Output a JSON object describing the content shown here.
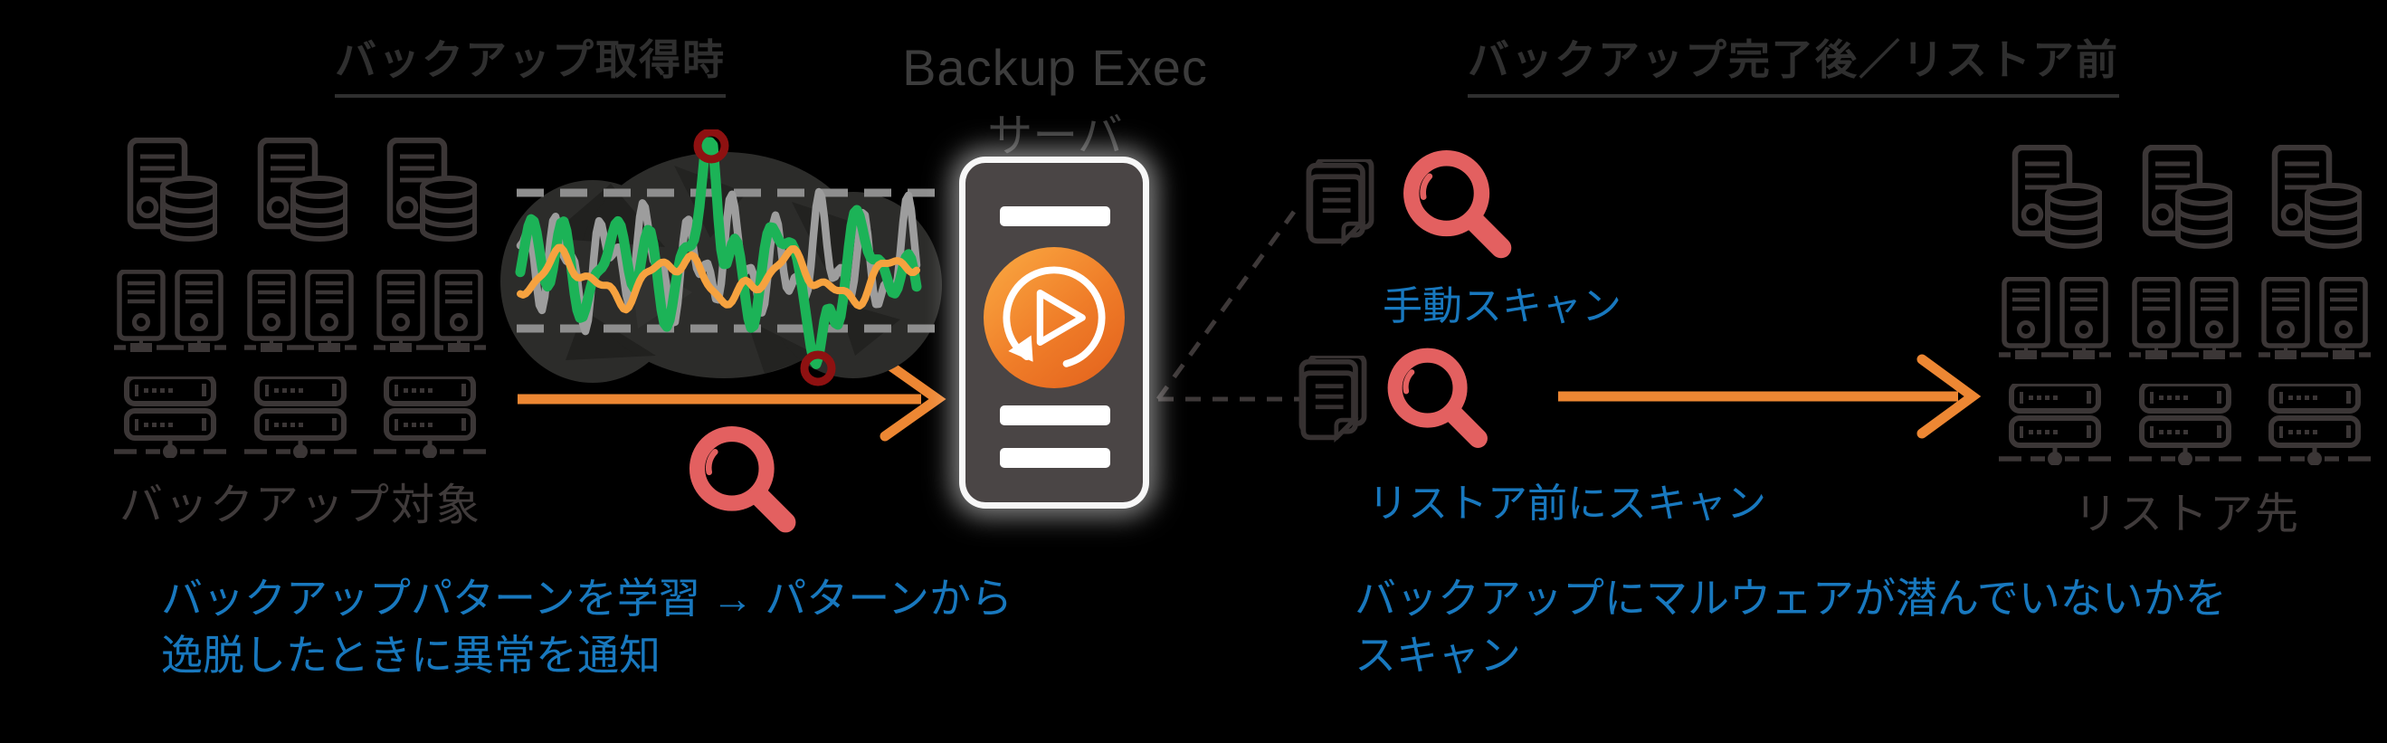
{
  "diagram": {
    "left": {
      "heading": "バックアップ取得時",
      "servers_label": "バックアップ対象",
      "caption_line1": "バックアップパターンを学習 → パターンから",
      "caption_line2": "逸脱したときに異常を通知"
    },
    "center": {
      "title_line1": "Backup Exec",
      "title_line2": "サーバ"
    },
    "right": {
      "heading": "バックアップ完了後／リストア前",
      "manual_scan_label": "手動スキャン",
      "restore_scan_label": "リストア前にスキャン",
      "servers_label": "リストア先",
      "caption_line1": "バックアップにマルウェアが潜んでいないかを",
      "caption_line2": "スキャン"
    },
    "icons": {
      "server_db": "server-with-database-icon",
      "server_pair": "networked-tower-servers-icon",
      "server_rack": "rack-server-icon",
      "documents": "backup-documents-icon",
      "magnifier": "scan-magnifier-icon",
      "backup_exec_logo": "backup-exec-restart-play-icon",
      "anomaly_marker": "anomaly-circle-marker"
    },
    "colors": {
      "background": "#000000",
      "blue_text": "#1878be",
      "orange_accent": "#ed8733",
      "magnifier_red": "#e36060",
      "anomaly_green": "#1cb357",
      "pattern_orange": "#f6a23f",
      "baseline_gray": "#9d9d9d",
      "alert_ring_red": "#8e1111",
      "phone_body": "#4a4545"
    }
  }
}
